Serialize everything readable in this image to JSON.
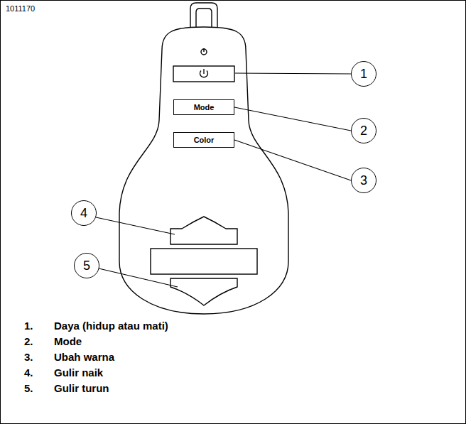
{
  "diagram": {
    "nodes": [
      {
        "text": [
          "Mode"
        ]
      },
      {
        "text": [
          "Color"
        ]
      },
      {
        "text": [
          "1"
        ]
      },
      {
        "text": [
          "2"
        ]
      },
      {
        "text": [
          "3"
        ]
      },
      {
        "text": [
          "4"
        ]
      },
      {
        "text": [
          "5"
        ]
      }
    ],
    "edges": [
      {
        "from": 3,
        "to": 0,
        "arrow": "none"
      },
      {
        "from": 4,
        "to": 1,
        "arrow": "none"
      }
    ],
    "labels": [
      "1011170",
      "1.",
      "Daya (hidup atau mati)",
      "2.",
      "Mode",
      "3.",
      "Ubah warna",
      "4.",
      "Gulir naik",
      "5.",
      "Gulir turun"
    ]
  }
}
